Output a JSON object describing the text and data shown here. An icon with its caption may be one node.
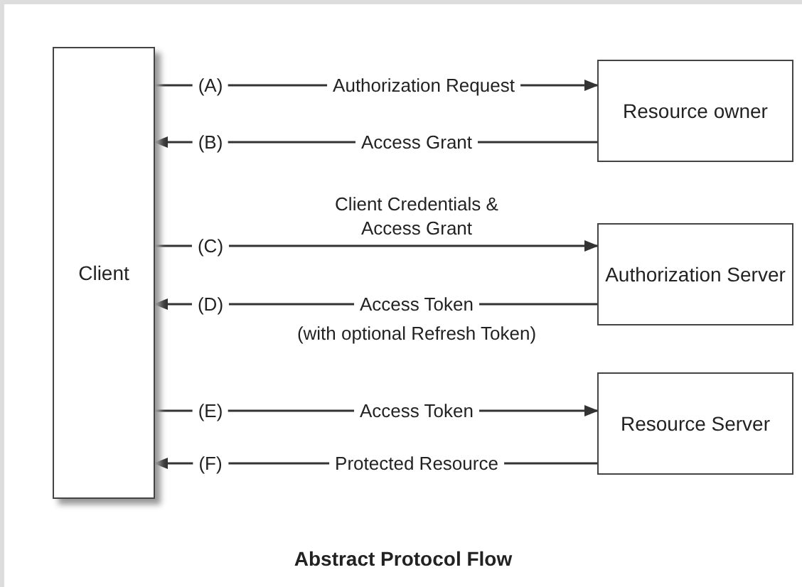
{
  "diagram": {
    "caption": "Abstract Protocol Flow",
    "nodes": [
      {
        "text": [
          "Client"
        ]
      },
      {
        "text": [
          "Resource owner"
        ]
      },
      {
        "text": [
          "Authorization Server"
        ]
      },
      {
        "text": [
          "Resource Server"
        ]
      }
    ],
    "edges": [
      {
        "from": 0,
        "to": 1,
        "arrow": "to",
        "label": "(A)"
      },
      {
        "from": 1,
        "to": 0,
        "arrow": "to",
        "label": "(B)"
      },
      {
        "from": 0,
        "to": 2,
        "arrow": "to",
        "label": "(C)"
      },
      {
        "from": 2,
        "to": 0,
        "arrow": "to",
        "label": "(D)"
      },
      {
        "from": 0,
        "to": 3,
        "arrow": "to",
        "label": "(E)"
      },
      {
        "from": 3,
        "to": 0,
        "arrow": "to",
        "label": "(F)"
      }
    ],
    "labels": [
      "Authorization Request",
      "Access Grant",
      "Client Credentials & Access Grant",
      "Access Token",
      "(with optional Refresh Token)",
      "Access Token",
      "Protected Resource"
    ]
  }
}
